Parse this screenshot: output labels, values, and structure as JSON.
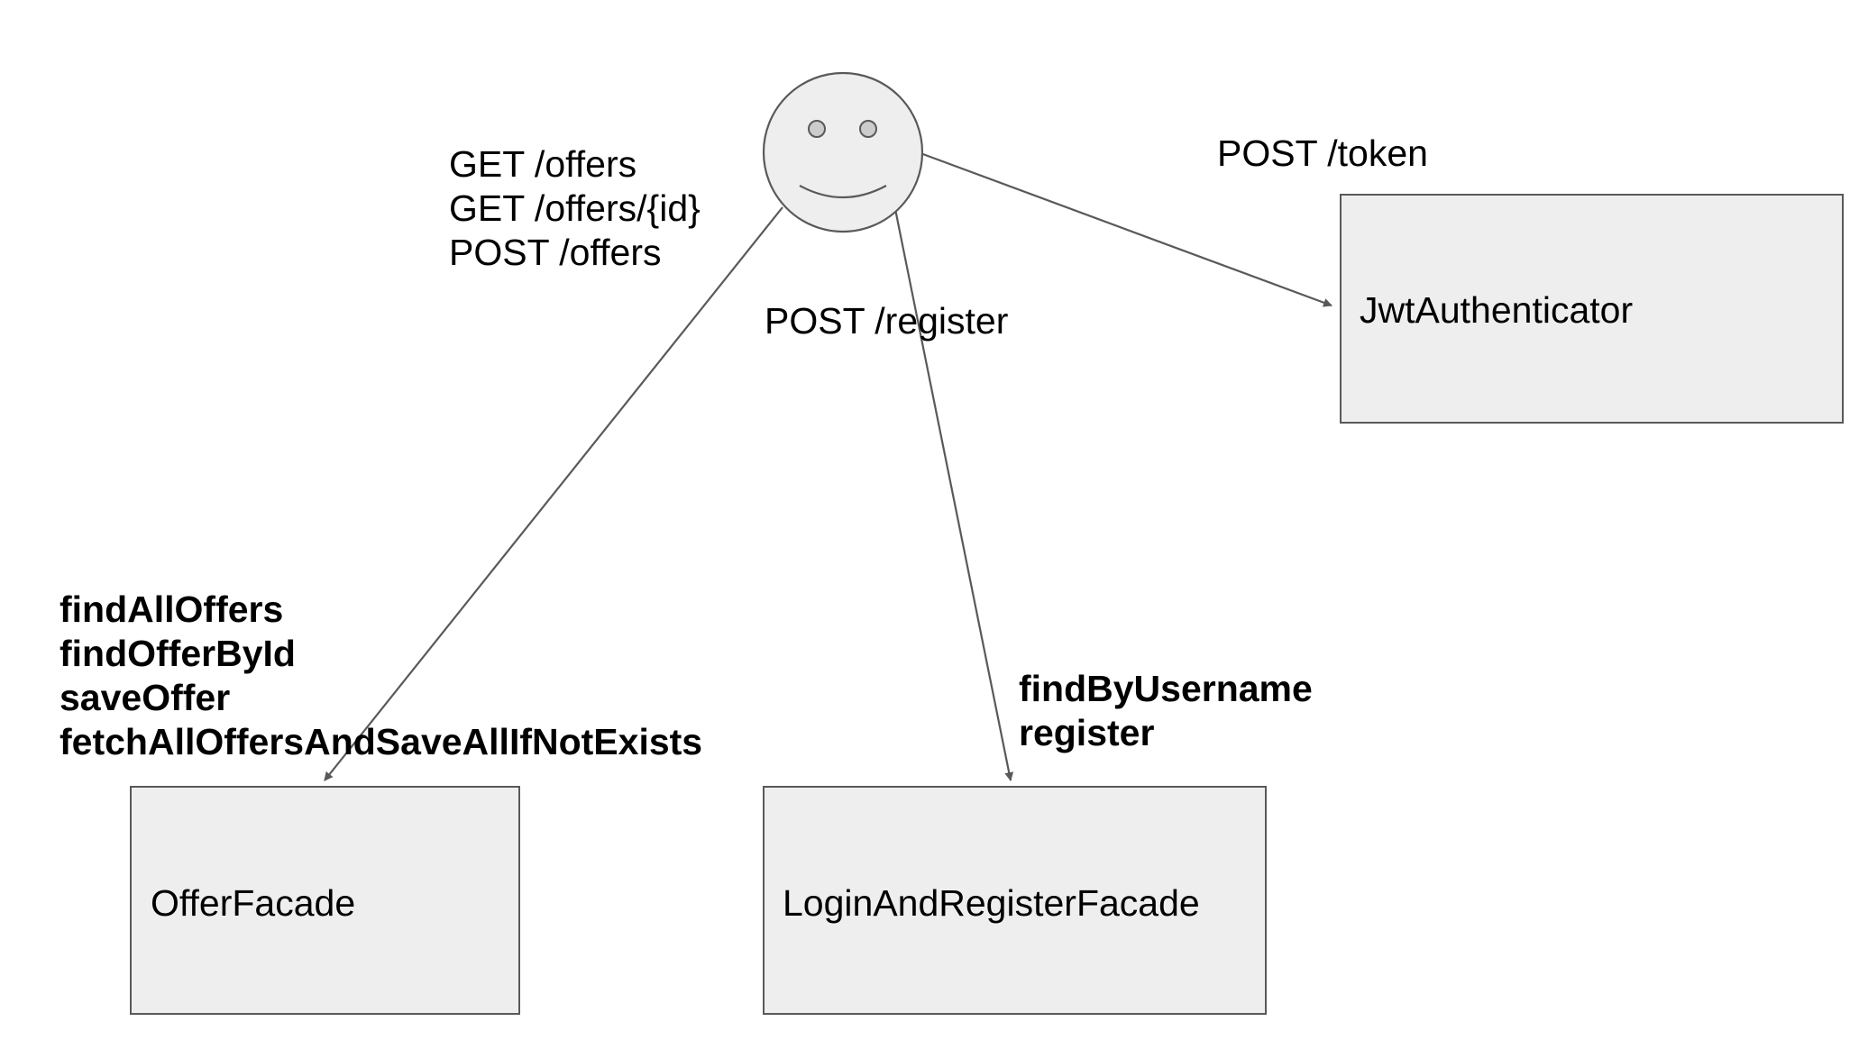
{
  "colors": {
    "box_fill": "#eeeeee",
    "box_border": "#595959",
    "actor_fill": "#eeeeee",
    "actor_eye_fill": "#cccccc",
    "line": "#595959",
    "text": "#000000"
  },
  "actor": {
    "icon": "smiley-face-icon"
  },
  "boxes": {
    "offer_facade": "OfferFacade",
    "login_register_facade": "LoginAndRegisterFacade",
    "jwt_authenticator": "JwtAuthenticator"
  },
  "edges": {
    "offers": [
      "GET /offers",
      "GET /offers/{id}",
      "POST /offers"
    ],
    "register": "POST /register",
    "token": "POST /token"
  },
  "methods": {
    "offer_facade": [
      "findAllOffers",
      "findOfferById",
      "saveOffer",
      "fetchAllOffersAndSaveAllIfNotExists"
    ],
    "login_register_facade": [
      "findByUsername",
      "register"
    ]
  }
}
